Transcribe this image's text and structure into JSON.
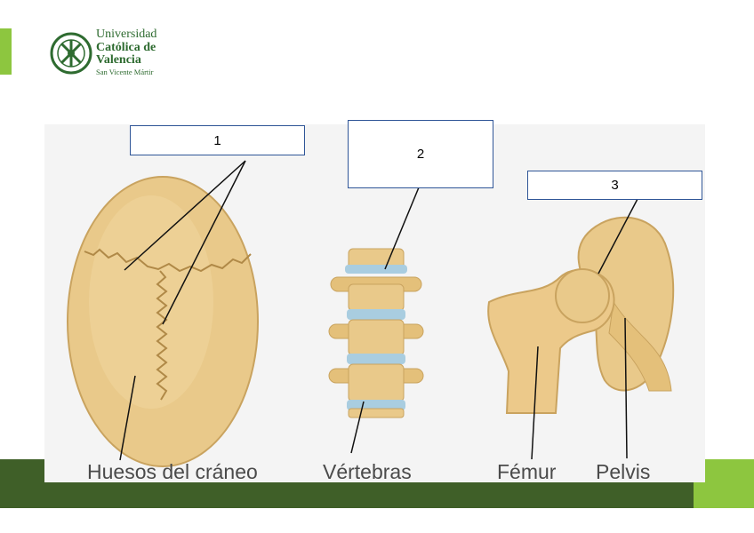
{
  "university": {
    "line1": "Universidad",
    "line2": "Católica de",
    "line3": "Valencia",
    "line4": "San Vicente Mártir"
  },
  "figure": {
    "captions": {
      "skull": "Huesos del cráneo",
      "vertebrae": "Vértebras",
      "femur": "Fémur",
      "pelvis": "Pelvis"
    }
  },
  "labels": [
    "1",
    "2",
    "3"
  ],
  "colors": {
    "brand_green_dark": "#3f5f28",
    "brand_green_light": "#8dc63f",
    "box_border": "#2f5597",
    "bone": "#e9c98a",
    "disc": "#a9cde0"
  }
}
